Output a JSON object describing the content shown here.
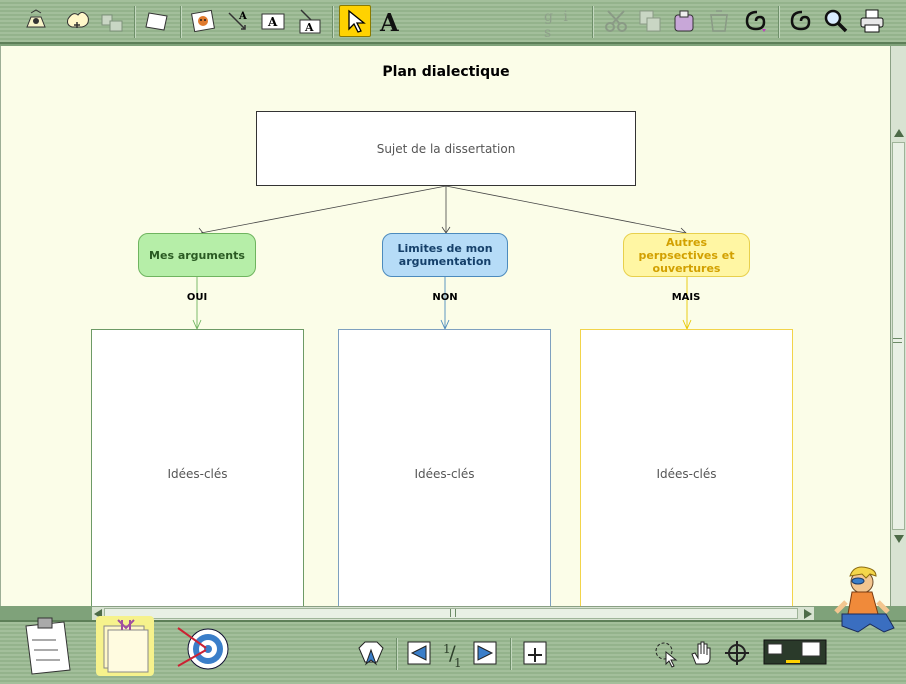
{
  "diagram": {
    "title": "Plan dialectique",
    "subject": "Sujet de la dissertation",
    "branches": [
      {
        "label": "Mes arguments",
        "link": "OUI",
        "box": "Idées-clés",
        "color": "#6fb45f"
      },
      {
        "label": "Limites de mon argumentation",
        "link": "NON",
        "box": "Idées-clés",
        "color": "#4c8bbd"
      },
      {
        "label": "Autres perpsectives et ouvertures",
        "link": "MAIS",
        "box": "Idées-clés",
        "color": "#e8c800"
      }
    ]
  },
  "toolbar": {
    "format_placeholder": "g i s",
    "tools": [
      "symbol-icon",
      "add-symbol-icon",
      "link-icon",
      "note-icon",
      "picture-icon",
      "link-tool-icon",
      "text-box-icon",
      "linked-text-icon",
      "pointer-icon",
      "text-icon",
      "cut-icon",
      "copy-icon",
      "paste-icon",
      "trash-icon",
      "symbol-style-icon",
      "spellcheck-icon",
      "find-icon",
      "print-icon"
    ]
  },
  "pager": {
    "current": "1",
    "total": "1"
  },
  "colors": {
    "active_tool": "#ffd200",
    "toolbar": "#a3bf9b",
    "canvas": "#fbfde8"
  }
}
